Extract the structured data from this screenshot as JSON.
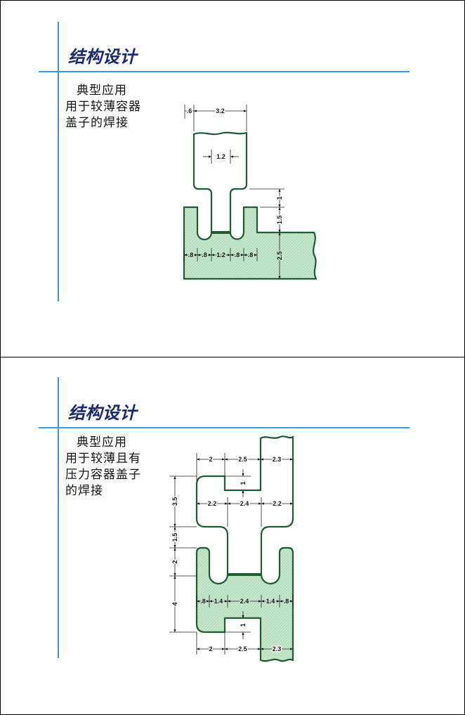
{
  "colors": {
    "accent_line": "#3c9ad8",
    "title_text": "#1b2a6b",
    "diagram_outline": "#1e5b30",
    "section_fill": "#c6e6cb",
    "hatch_line": "#9ccfa6"
  },
  "slides": [
    {
      "title": "结构设计",
      "body": [
        "典型应用",
        "用于较薄容器",
        "盖子的焊接"
      ],
      "diagram": {
        "top_offset": ".6",
        "top_width": "3.2",
        "tongue_width": "1.2",
        "right_dims": [
          "1",
          "1.5",
          "2.5"
        ],
        "bottom_dims": [
          ".8",
          ".8",
          "1.2",
          ".8",
          ".8"
        ]
      }
    },
    {
      "title": "结构设计",
      "body": [
        "典型应用",
        "用于较薄且有",
        "压力容器盖子",
        "的焊接"
      ],
      "diagram": {
        "top_dims": [
          "2",
          "2.5",
          "2.3"
        ],
        "top_notch": "1",
        "mid_dims": [
          "2.2",
          "2.4",
          "2.2"
        ],
        "left_dims": [
          "3.5",
          "1.5",
          "2",
          "4"
        ],
        "lower_dims": [
          ".8",
          "1.4",
          "2.4",
          "1.4",
          ".8"
        ],
        "bottom_notch": "1",
        "bottom_dims": [
          "2",
          "2.5",
          "2.3"
        ]
      }
    }
  ]
}
